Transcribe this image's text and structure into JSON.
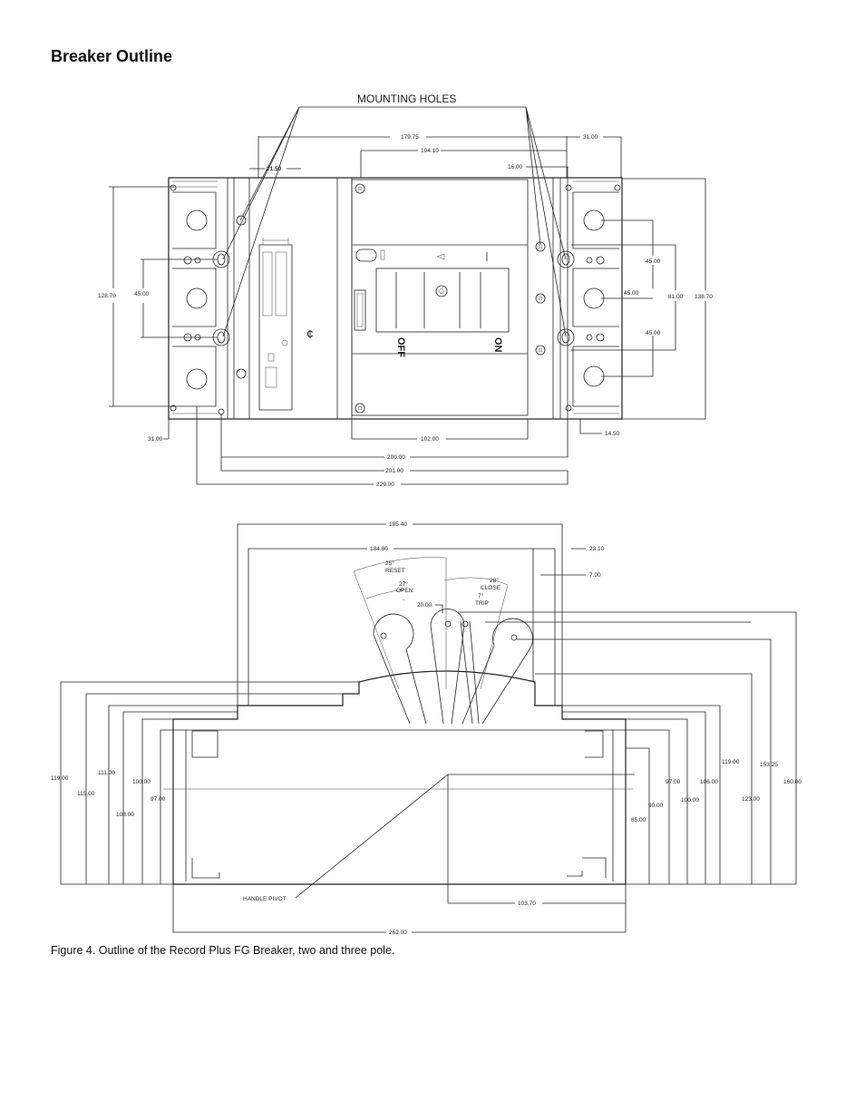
{
  "page": {
    "heading": "Breaker Outline",
    "caption": "Figure 4. Outline of the Record Plus FG Breaker, two and three pole."
  },
  "top_view": {
    "mounting_holes_label": "MOUNTING HOLES",
    "centerline_symbol": "¢",
    "off_label": "OFF",
    "on_label": "ON",
    "dims": {
      "d_179_75": "179.75",
      "d_104_10": "104.10",
      "d_31_00_top": "31.00",
      "d_21_50": "21.50",
      "d_16_00": "16.00",
      "d_128_70": "128.70",
      "d_45_00_left": "45.00",
      "d_45_00_r1": "45.00",
      "d_45_00_r2": "45.00",
      "d_45_00_r3": "45.00",
      "d_81_00": "81.00",
      "d_138_70": "138.70",
      "d_31_00_bot": "31.00",
      "d_102_00": "102.00",
      "d_14_50": "14.50",
      "d_200_00": "200.00",
      "d_201_00": "201.00",
      "d_229_00": "229.00"
    }
  },
  "side_view": {
    "handle_pivot_label": "HANDLE PIVOT",
    "reset_label": "RESET",
    "open_label": "OPEN",
    "close_label": "CLOSE",
    "trip_label": "TRIP",
    "angle_reset": "25°",
    "angle_open": "27°",
    "angle_close": "28°",
    "angle_trip": "7°",
    "dims": {
      "d_185_40": "185.40",
      "d_184_80": "184.80",
      "d_23_10": "23.10",
      "d_7_00": "7.00",
      "d_20_00": "20.00",
      "d_119_00_l": "119.00",
      "d_115_00": "115.00",
      "d_111_00": "111.00",
      "d_108_00": "108.00",
      "d_100_00": "100.00",
      "d_97_00_l": "97.00",
      "d_119_00_r": "119.00",
      "d_97_00_r": "97.00",
      "d_106_00": "106.00",
      "d_100_00_r": "100.00",
      "d_90_00": "90.00",
      "d_85_00": "85.00",
      "d_123_00": "123.00",
      "d_153_25": "153.25",
      "d_160_00": "160.00",
      "d_103_70": "103.70",
      "d_262_00": "262.00"
    }
  }
}
